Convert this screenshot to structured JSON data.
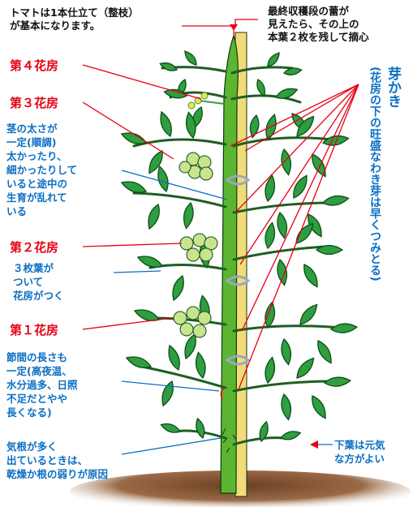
{
  "title_note": "トマトは1本仕立て（整枝）\nが基本になります。",
  "topping_note": "最終収穫段の蕾が\n見えたら、その上の\n本葉２枚を残して摘心",
  "truss_labels": {
    "fourth": "第４花房",
    "third": "第３花房",
    "second": "第２花房",
    "first": "第１花房"
  },
  "side_notes": {
    "stem_thickness": "茎の太さが\n一定(順調)\n太かったり、\n細かったりして\nいると途中の\n生育が乱れて\nいる",
    "three_leaves": "３枚葉が\nついて\n花房がつく",
    "internode": "節間の長さも\n一定(高夜温、\n水分過多、日照\n不足だとやや\n長くなる)",
    "aerial_roots": "気根が多く\n出ているときは、\n乾燥か根の弱りが原因",
    "lower_leaves": "下葉は元気\nな方がよい"
  },
  "disbudding": {
    "title": "芽かき",
    "detail": "(花房の下の旺盛なわき芽は早くつみとる)"
  },
  "colors": {
    "red": "#e60012",
    "blue": "#0b6fc3",
    "leaf": "#2e9e3f",
    "leaf_dark": "#0d4d1a",
    "stem": "#5cb531",
    "stake": "#f2dc78",
    "fruit": "#c9e48c",
    "soil": "#8a5a3c",
    "tie": "#b9c2d6"
  }
}
